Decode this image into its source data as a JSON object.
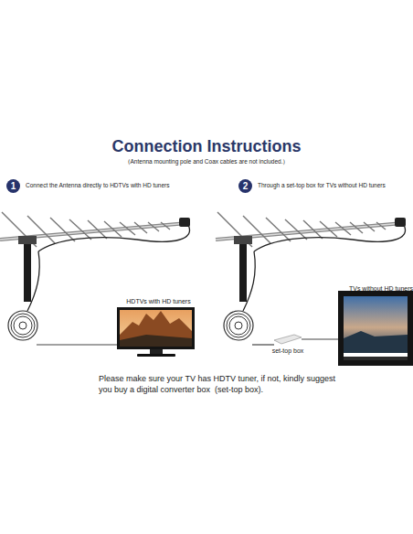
{
  "diagram": {
    "title": "Connection Instructions",
    "nodes": [
      {
        "text": [
          "1"
        ]
      },
      {
        "text": [
          "2"
        ]
      },
      {
        "text": [
          "HDTVs with HD tuners"
        ]
      },
      {
        "text": [
          "set-top box"
        ]
      },
      {
        "text": [
          "TVs without HD tuners"
        ]
      }
    ],
    "edges": [
      {
        "from": 3,
        "to": 4,
        "arrow": "none"
      }
    ],
    "labels": [
      "（Antenna mounting pole and Coax cables are not included.）",
      "Connect the Antenna directly to HDTVs with HD tuners",
      "Through a set-top box for TVs without HD tuners",
      "Please make sure your TV has HDTV tuner, if not, kindly suggest you buy a digital converter box  (set-top box)."
    ]
  }
}
